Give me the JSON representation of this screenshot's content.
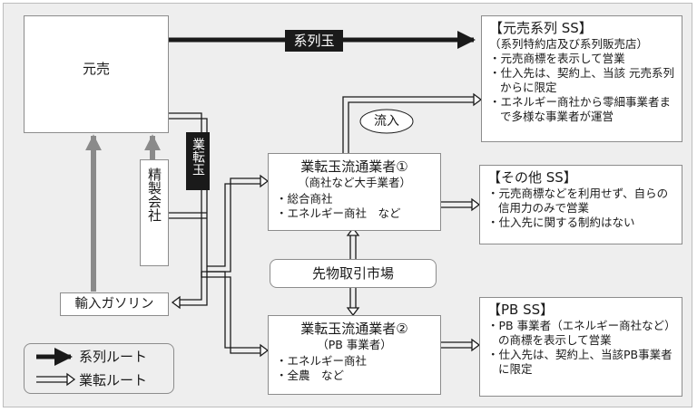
{
  "motouri": "元売",
  "seisei": "精製会社",
  "yunyu": "輸入ガソリン",
  "keiretsu_label": "系列玉",
  "gyoten_label": "業転玉",
  "ryunyu": "流入",
  "sakimono": "先物取引市場",
  "gyosha1": {
    "title": "業転玉流通業者①",
    "subtitle": "（商社など大手業者）",
    "items": [
      "・総合商社",
      "・エネルギー商社　など"
    ]
  },
  "gyosha2": {
    "title": "業転玉流通業者②",
    "subtitle": "（PB 事業者）",
    "items": [
      "・エネルギー商社",
      "・全農　など"
    ]
  },
  "keiretsu_ss": {
    "title": "【元売系列 SS】",
    "subtitle": "（系列特約店及び系列販売店）",
    "items": [
      "・元売商標を表示して営業",
      "・仕入先は、契約上、当該 元売系列からに限定",
      "・エネルギー商社から零細事業者まで多様な事業者が運営"
    ]
  },
  "other_ss": {
    "title": "【その他 SS】",
    "items": [
      "・元売商標などを利用せず、自らの信用力のみで営業",
      "・仕入先に関する制約はない"
    ]
  },
  "pb_ss": {
    "title": "【PB SS】",
    "items": [
      "・PB 事業者（エネルギー商社など）の商標を表示して営業",
      "・仕入先は、契約上、当該PB事業者に限定"
    ]
  },
  "legend": {
    "keiretsu_route": "系列ルート",
    "gyoten_route": "業転ルート"
  }
}
